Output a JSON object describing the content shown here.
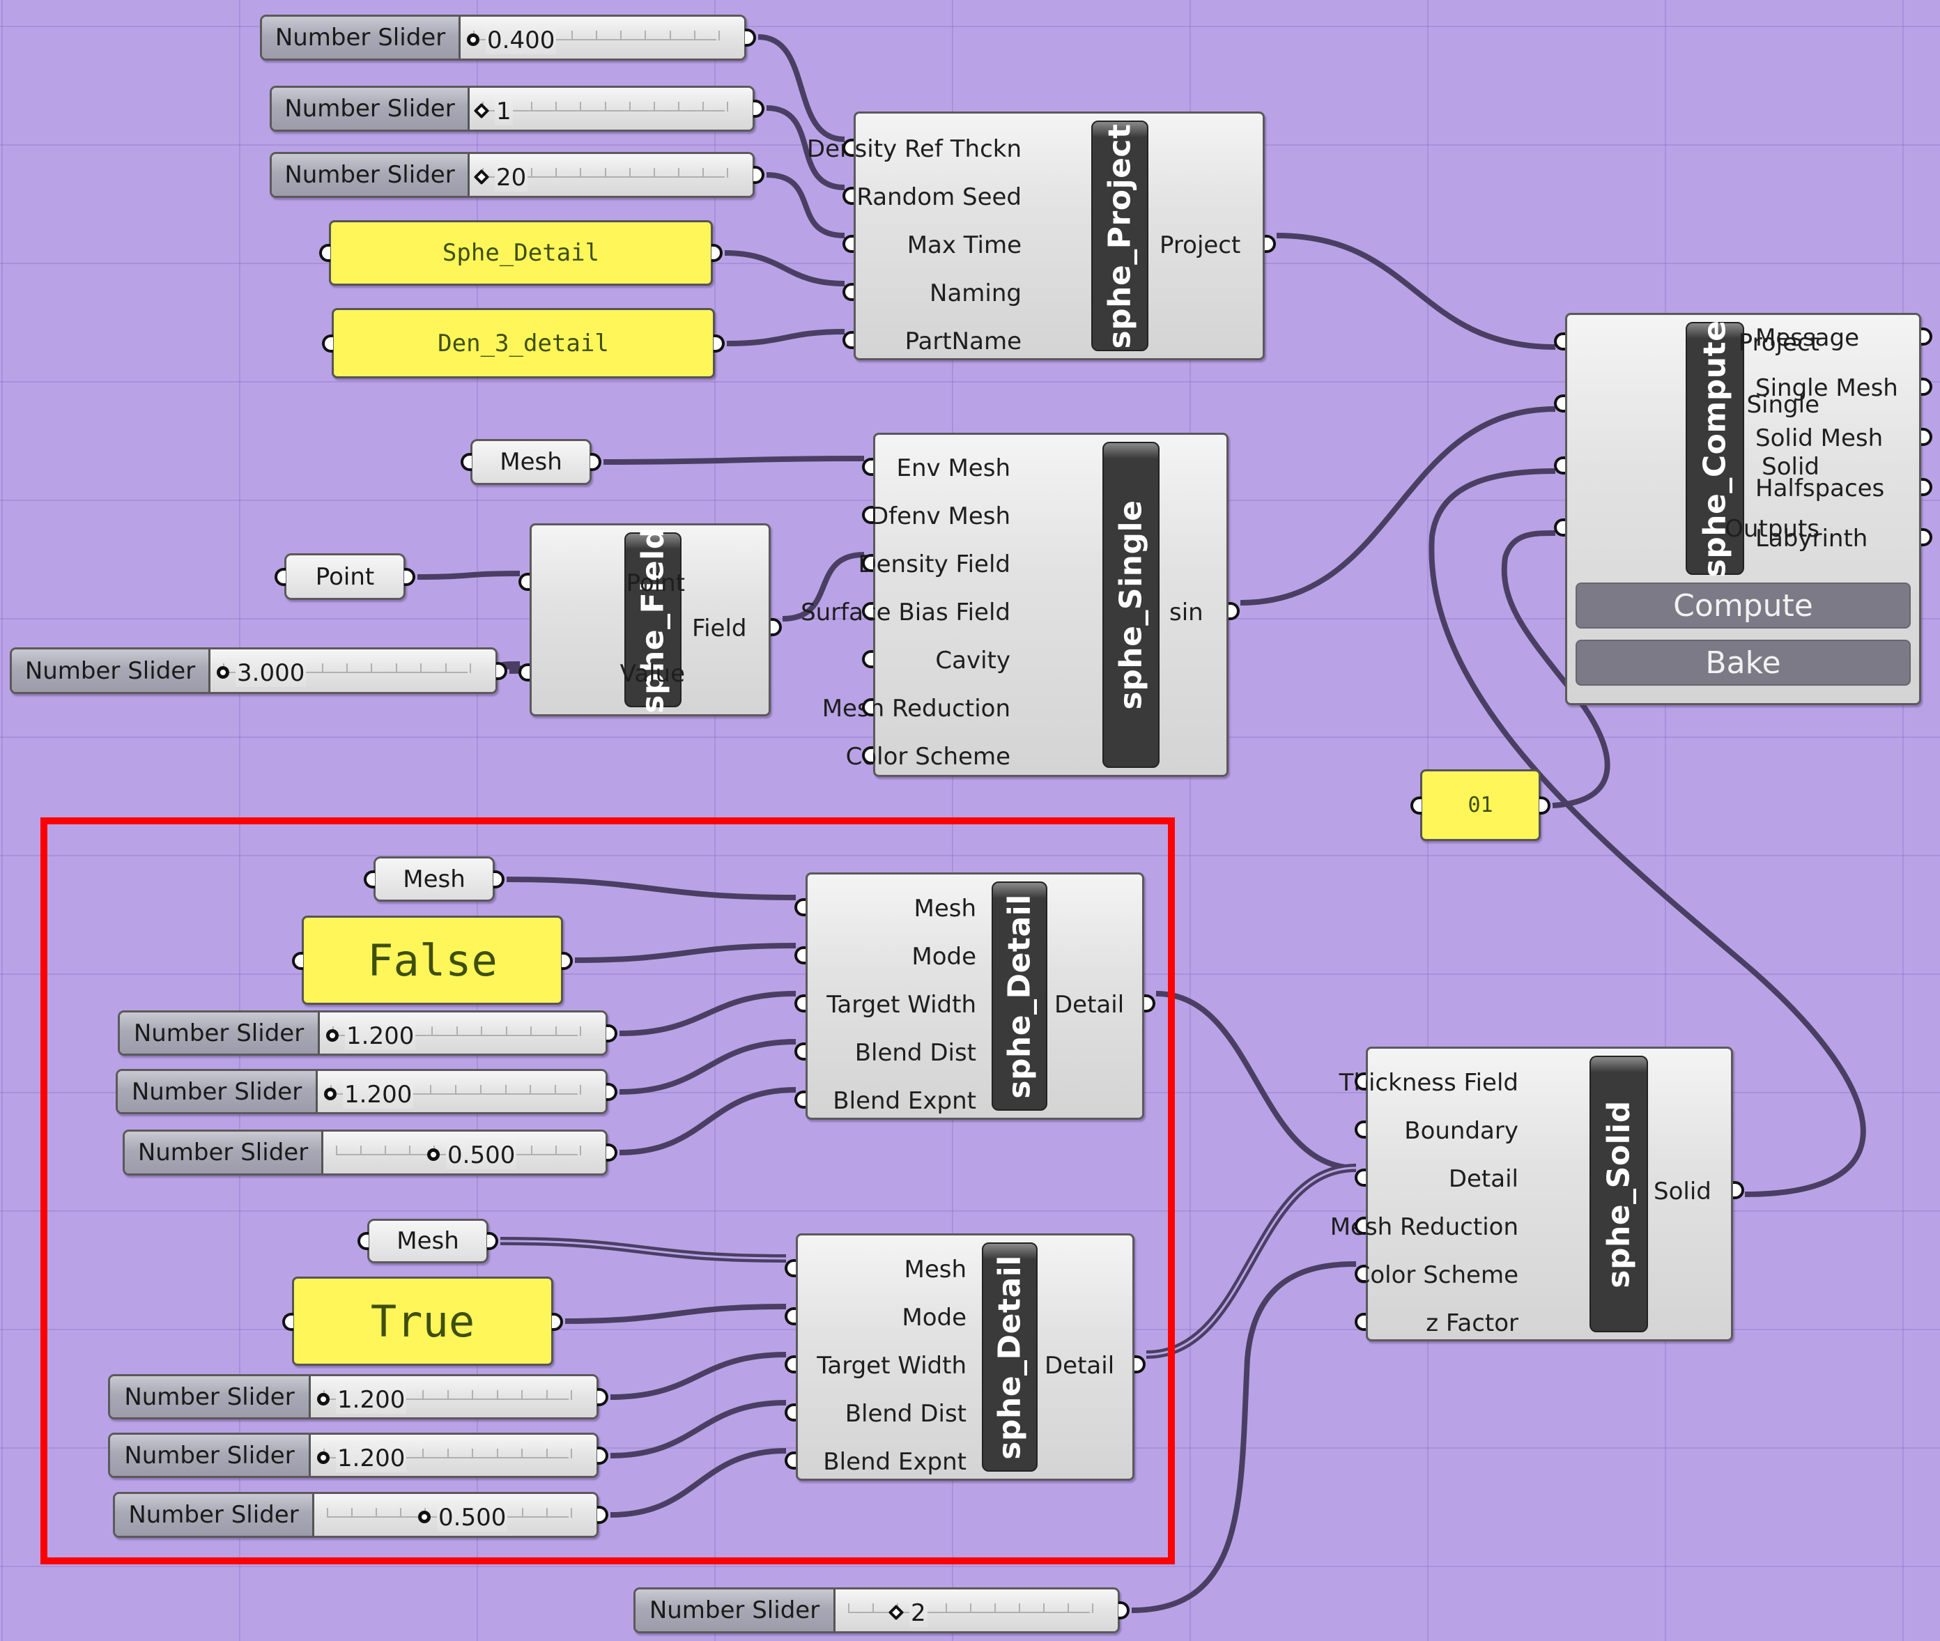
{
  "canvas": {
    "background": "#b9a3e6",
    "wire_color": "#4a3f63",
    "highlight_color": "#ff0000"
  },
  "sliders": {
    "density_ref": {
      "label": "Number Slider",
      "value": "0.400",
      "knob": "circle",
      "fraction": 0.0
    },
    "random_seed": {
      "label": "Number Slider",
      "value": "1",
      "knob": "diamond",
      "fraction": 0.0
    },
    "max_time": {
      "label": "Number Slider",
      "value": "20",
      "knob": "diamond",
      "fraction": 0.0
    },
    "field_value": {
      "label": "Number Slider",
      "value": "3.000",
      "knob": "circle",
      "fraction": 0.0
    },
    "a_target_width": {
      "label": "Number Slider",
      "value": "1.200",
      "knob": "circle",
      "fraction": 0.0
    },
    "a_blend_dist": {
      "label": "Number Slider",
      "value": "1.200",
      "knob": "circle",
      "fraction": 0.0
    },
    "a_blend_expnt": {
      "label": "Number Slider",
      "value": "0.500",
      "knob": "circle",
      "fraction": 0.4
    },
    "b_target_width": {
      "label": "Number Slider",
      "value": "1.200",
      "knob": "circle",
      "fraction": 0.0
    },
    "b_blend_dist": {
      "label": "Number Slider",
      "value": "1.200",
      "knob": "circle",
      "fraction": 0.0
    },
    "b_blend_expnt": {
      "label": "Number Slider",
      "value": "0.500",
      "knob": "circle",
      "fraction": 0.4
    },
    "z_factor": {
      "label": "Number Slider",
      "value": "2",
      "knob": "diamond",
      "fraction": 0.2
    }
  },
  "panels": {
    "naming": "Sphe_Detail",
    "partname": "Den_3_detail",
    "outputs": "01",
    "mode_a": "False",
    "mode_b": "True"
  },
  "params": {
    "mesh_env": "Mesh",
    "point": "Point",
    "mesh_a": "Mesh",
    "mesh_b": "Mesh"
  },
  "components": {
    "project": {
      "title": "sphe_Project",
      "inputs": [
        "Density Ref Thckn",
        "Random Seed",
        "Max Time",
        "Naming",
        "PartName"
      ],
      "outputs": [
        "Project"
      ]
    },
    "field": {
      "title": "sphe_Field",
      "inputs": [
        "Point",
        "Value"
      ],
      "outputs": [
        "Field"
      ]
    },
    "single": {
      "title": "sphe_Single",
      "inputs": [
        "Env Mesh",
        "Dfenv Mesh",
        "Density Field",
        "Surface Bias Field",
        "Cavity",
        "Mesh Reduction",
        "Color Scheme"
      ],
      "outputs": [
        "sin"
      ]
    },
    "compute": {
      "title": "sphe_Compute",
      "inputs": [
        "Project",
        "Single",
        "Solid",
        "Outputs"
      ],
      "outputs": [
        "Message",
        "Single Mesh",
        "Solid Mesh",
        "Halfspaces",
        "Labyrinth"
      ],
      "buttons": {
        "compute": "Compute",
        "bake": "Bake"
      }
    },
    "detail_a": {
      "title": "sphe_Detail",
      "inputs": [
        "Mesh",
        "Mode",
        "Target Width",
        "Blend Dist",
        "Blend Expnt"
      ],
      "outputs": [
        "Detail"
      ]
    },
    "detail_b": {
      "title": "sphe_Detail",
      "inputs": [
        "Mesh",
        "Mode",
        "Target Width",
        "Blend Dist",
        "Blend Expnt"
      ],
      "outputs": [
        "Detail"
      ]
    },
    "solid": {
      "title": "sphe_Solid",
      "inputs": [
        "Thickness Field",
        "Boundary",
        "Detail",
        "Mesh Reduction",
        "Color Scheme",
        "z Factor"
      ],
      "outputs": [
        "Solid"
      ]
    }
  }
}
